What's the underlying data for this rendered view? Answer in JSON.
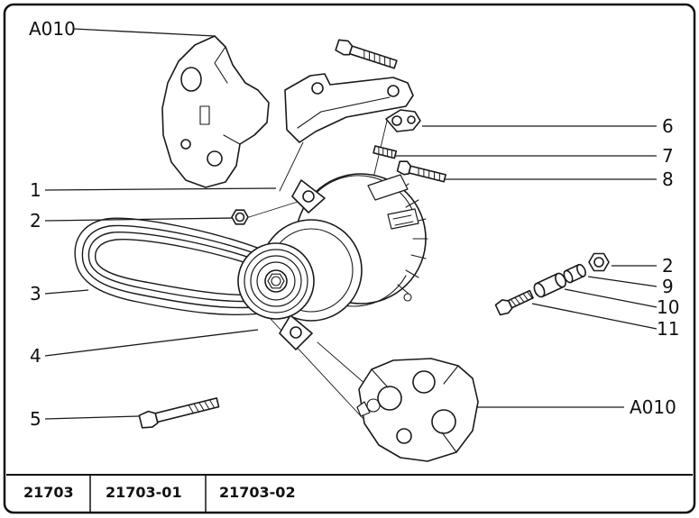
{
  "colors": {
    "line": "#1a1a1a",
    "background": "#ffffff"
  },
  "callouts": {
    "left": [
      {
        "label": "A010"
      },
      {
        "label": "1"
      },
      {
        "label": "2"
      },
      {
        "label": "3"
      },
      {
        "label": "4"
      },
      {
        "label": "5"
      }
    ],
    "right": [
      {
        "label": "6"
      },
      {
        "label": "7"
      },
      {
        "label": "8"
      },
      {
        "label": "2"
      },
      {
        "label": "9"
      },
      {
        "label": "10"
      },
      {
        "label": "11"
      },
      {
        "label": "A010"
      }
    ]
  },
  "footer": {
    "tabs": [
      {
        "label": "21703"
      },
      {
        "label": "21703-01"
      },
      {
        "label": "21703-02"
      }
    ]
  }
}
